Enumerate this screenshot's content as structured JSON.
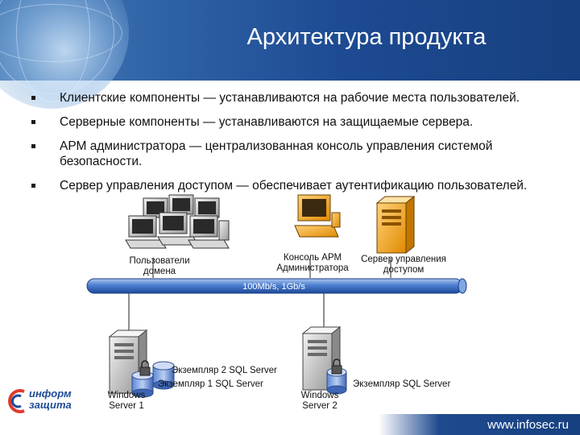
{
  "slide": {
    "title": "Архитектура продукта"
  },
  "bullets": [
    "Клиентские компоненты — устанавливаются на рабочие места пользователей.",
    "Серверные компоненты — устанавливаются на защищаемые сервера.",
    "АРМ администратора — централизованная консоль управления системой безопасности.",
    "Сервер управления доступом — обеспечивает аутентификацию пользователей."
  ],
  "diagram": {
    "network_label": "100Mb/s, 1Gb/s",
    "users_label": "Пользователи домена",
    "console_label": "Консоль АРМ Администратора",
    "access_server_label": "Сервер управления доступом",
    "server1_label": "Windows Server 1",
    "server2_label": "Windows Server 2",
    "sql1_instance_a": "Экземпляр 2 SQL Server",
    "sql1_instance_b": "Экземпляр 1 SQL Server",
    "sql2_instance": "Экземпляр SQL Server"
  },
  "logo": {
    "line1": "информ",
    "line2": "защита"
  },
  "footer": {
    "url": "www.infosec.ru"
  }
}
